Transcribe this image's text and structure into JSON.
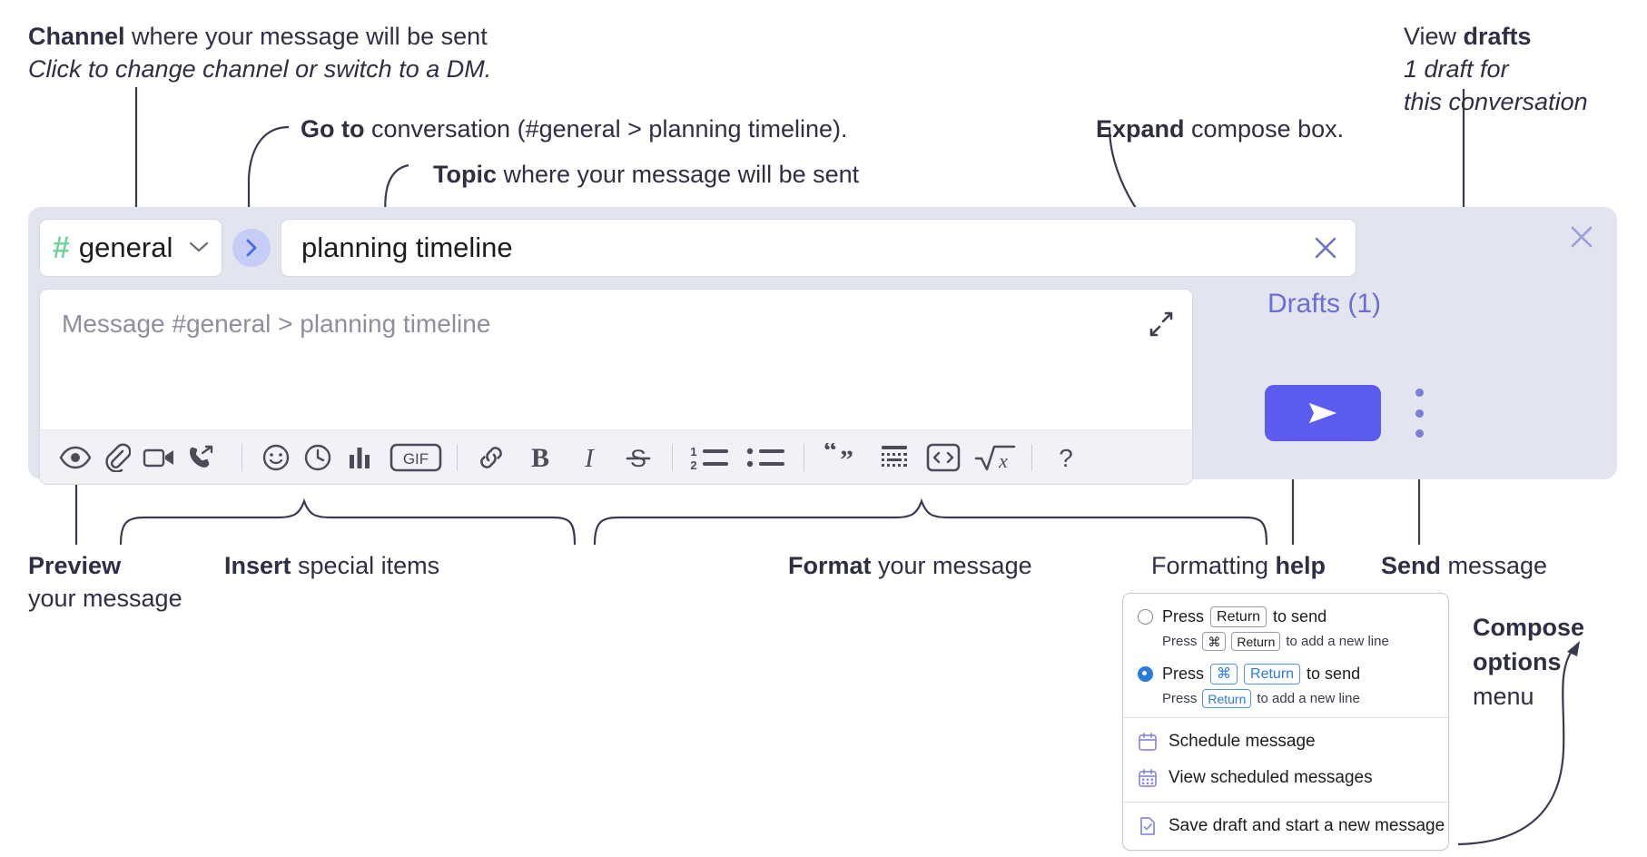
{
  "annotations": {
    "channel": {
      "bold": "Channel",
      "rest": " where your message will be sent",
      "italic": "Click to change channel or switch to a DM."
    },
    "goto": {
      "bold": "Go to",
      "rest": " conversation (#general > planning timeline)."
    },
    "topic": {
      "bold": "Topic",
      "rest": " where your message will be sent"
    },
    "expand": {
      "bold": "Expand",
      "rest": " compose box."
    },
    "drafts": {
      "bold_lead": "View ",
      "bold": "drafts",
      "italic_line1": "1 draft for",
      "italic_line2": "this conversation"
    },
    "preview": {
      "bold": "Preview",
      "line2": "your message"
    },
    "insert": {
      "bold": "Insert",
      "rest": " special items"
    },
    "format": {
      "bold": "Format",
      "rest": " your message"
    },
    "help": {
      "lead": "Formatting ",
      "bold": "help"
    },
    "send": {
      "bold": "Send",
      "rest": " message"
    },
    "compose_options": {
      "bold_line1": "Compose",
      "bold_line2": "options",
      "line3": "menu"
    }
  },
  "compose": {
    "channel": {
      "hash": "#",
      "name": "general",
      "chevron": "chevron-down"
    },
    "goto_button": "chevron-right",
    "topic": {
      "value": "planning timeline",
      "clear": "close-icon"
    },
    "message": {
      "placeholder": "Message #general > planning timeline",
      "expand": "expand-icon"
    },
    "drafts_label": "Drafts (1)",
    "panel_close": "close-icon",
    "send_button": "send-icon",
    "options_button": "kebab-menu-icon",
    "toolbar": [
      {
        "name": "preview-icon",
        "label": "Preview"
      },
      {
        "name": "attachment-icon",
        "label": "Attach file"
      },
      {
        "name": "video-camera-icon",
        "label": "Video clip"
      },
      {
        "name": "audio-clip-icon",
        "label": "Audio clip"
      },
      {
        "name": "divider",
        "label": ""
      },
      {
        "name": "emoji-icon",
        "label": "Emoji"
      },
      {
        "name": "clock-icon",
        "label": "Reminder"
      },
      {
        "name": "poll-icon",
        "label": "Poll"
      },
      {
        "name": "gif-icon",
        "label": "GIF"
      },
      {
        "name": "divider",
        "label": ""
      },
      {
        "name": "link-icon",
        "label": "Link"
      },
      {
        "name": "bold-icon",
        "label": "Bold"
      },
      {
        "name": "italic-icon",
        "label": "Italic"
      },
      {
        "name": "strikethrough-icon",
        "label": "Strikethrough"
      },
      {
        "name": "divider",
        "label": ""
      },
      {
        "name": "ordered-list-icon",
        "label": "Ordered list"
      },
      {
        "name": "bulleted-list-icon",
        "label": "Bulleted list"
      },
      {
        "name": "divider",
        "label": ""
      },
      {
        "name": "blockquote-icon",
        "label": "Blockquote"
      },
      {
        "name": "code-block-icon",
        "label": "Code block"
      },
      {
        "name": "inline-code-icon",
        "label": "Code"
      },
      {
        "name": "math-icon",
        "label": "Math"
      },
      {
        "name": "divider",
        "label": ""
      },
      {
        "name": "help-icon",
        "label": "?"
      }
    ]
  },
  "menu": {
    "options": [
      {
        "selected": false,
        "main_pre": "Press",
        "main_key": "Return",
        "main_post": "to send",
        "sub_pre": "Press",
        "sub_key1": "⌘",
        "sub_key2": "Return",
        "sub_post": "to add a new line"
      },
      {
        "selected": true,
        "main_pre": "Press",
        "main_key1": "⌘",
        "main_key2": "Return",
        "main_post": "to send",
        "sub_pre": "Press",
        "sub_key": "Return",
        "sub_post": "to add a new line"
      }
    ],
    "items": [
      {
        "icon": "calendar-icon",
        "label": "Schedule message"
      },
      {
        "icon": "calendar-grid-icon",
        "label": "View scheduled messages"
      },
      {
        "icon": "save-draft-icon",
        "label": "Save draft and start a new message"
      }
    ]
  },
  "colors": {
    "panel_bg": "#e2e4f0",
    "accent_send": "#5b5bf0",
    "drafts_text": "#6b6fd4",
    "hash_green": "#6fd39a",
    "goto_circle": "#c5cdf7",
    "radio_blue": "#2a7ae2"
  }
}
